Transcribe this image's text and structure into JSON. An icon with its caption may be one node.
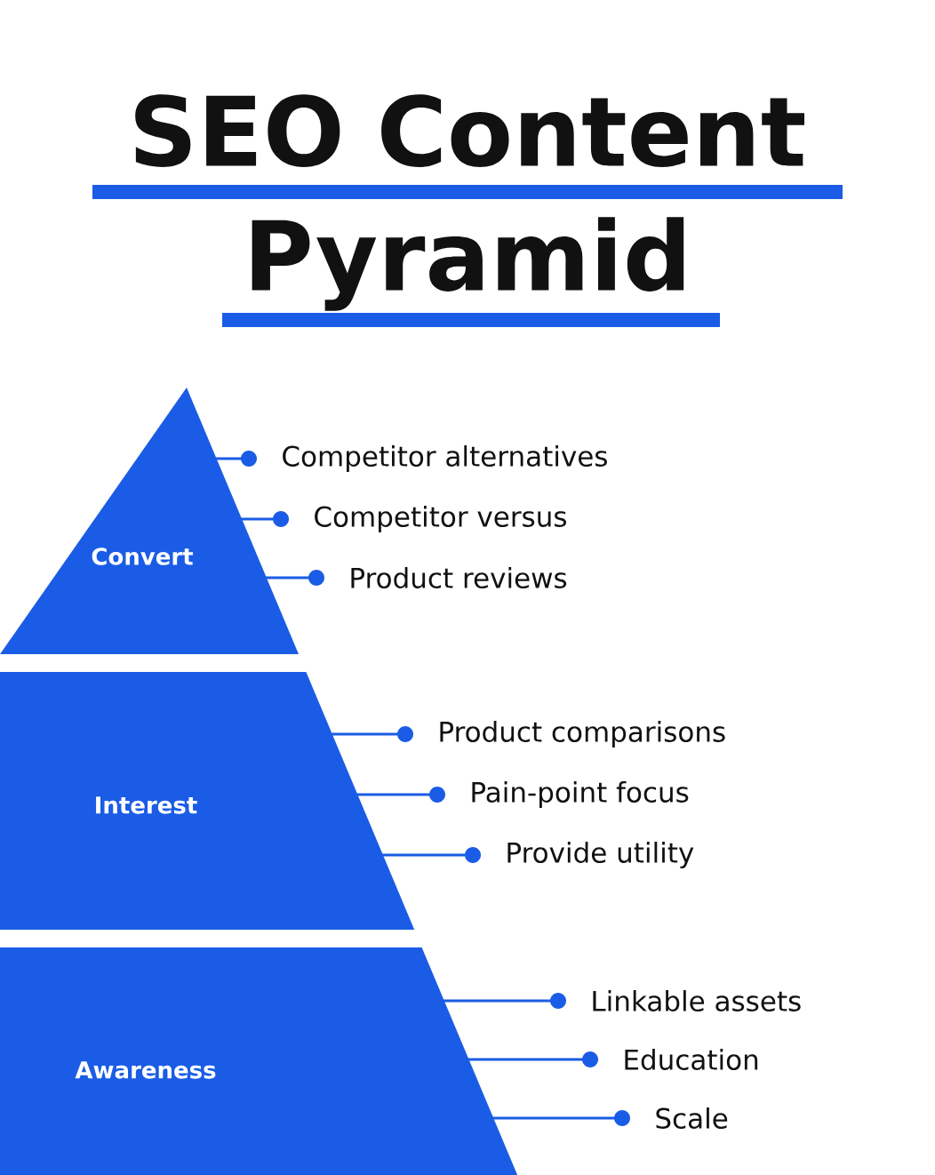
{
  "diagram": {
    "title": "SEO Content Pyramid",
    "nodes": [
      {
        "text": [
          "Convert"
        ]
      },
      {
        "text": [
          "Interest"
        ]
      },
      {
        "text": [
          "Awareness"
        ]
      },
      {
        "text": [
          "Competitor alternatives"
        ]
      },
      {
        "text": [
          "Competitor versus"
        ]
      },
      {
        "text": [
          "Product reviews"
        ]
      },
      {
        "text": [
          "Product comparisons"
        ]
      },
      {
        "text": [
          "Pain-point focus"
        ]
      },
      {
        "text": [
          "Provide utility"
        ]
      },
      {
        "text": [
          "Linkable assets"
        ]
      },
      {
        "text": [
          "Education"
        ]
      },
      {
        "text": [
          "Scale"
        ]
      }
    ],
    "edges": [
      {
        "from": 3,
        "to": 0,
        "arrow": "other"
      },
      {
        "from": 4,
        "to": 0,
        "arrow": "other"
      },
      {
        "from": 5,
        "to": 0,
        "arrow": "other"
      },
      {
        "from": 6,
        "to": 1,
        "arrow": "other"
      },
      {
        "from": 7,
        "to": 1,
        "arrow": "other"
      },
      {
        "from": 8,
        "to": 1,
        "arrow": "other"
      },
      {
        "from": 9,
        "to": 2,
        "arrow": "other"
      },
      {
        "from": 10,
        "to": 2,
        "arrow": "other"
      },
      {
        "from": 11,
        "to": 2,
        "arrow": "other"
      }
    ]
  }
}
